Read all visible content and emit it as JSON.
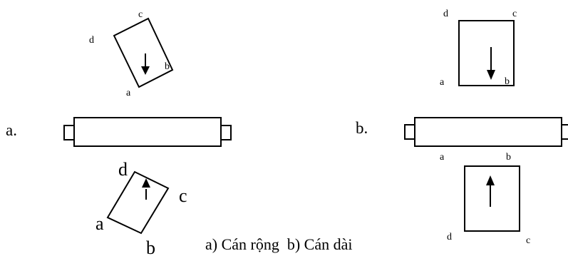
{
  "colors": {
    "stroke": "#000000",
    "background": "#ffffff"
  },
  "diagram_a": {
    "part_label": "a.",
    "top_sheet": {
      "labels": {
        "a": "a",
        "b": "b",
        "c": "c",
        "d": "d"
      },
      "arrow": "down-arrow-icon"
    },
    "roller": "roller-icon",
    "bottom_sheet": {
      "labels": {
        "a": "a",
        "b": "b",
        "c": "c",
        "d": "d"
      },
      "arrow": "up-arrow-icon"
    }
  },
  "diagram_b": {
    "part_label": "b.",
    "top_sheet": {
      "labels": {
        "a": "a",
        "b": "b",
        "c": "c",
        "d": "d"
      },
      "arrow": "down-arrow-icon"
    },
    "roller": "roller-icon",
    "bottom_sheet": {
      "labels": {
        "a": "a",
        "b": "b",
        "c": "c",
        "d": "d"
      },
      "arrow": "up-arrow-icon"
    }
  },
  "caption": "a) Cán rộng  b) Cán dài"
}
